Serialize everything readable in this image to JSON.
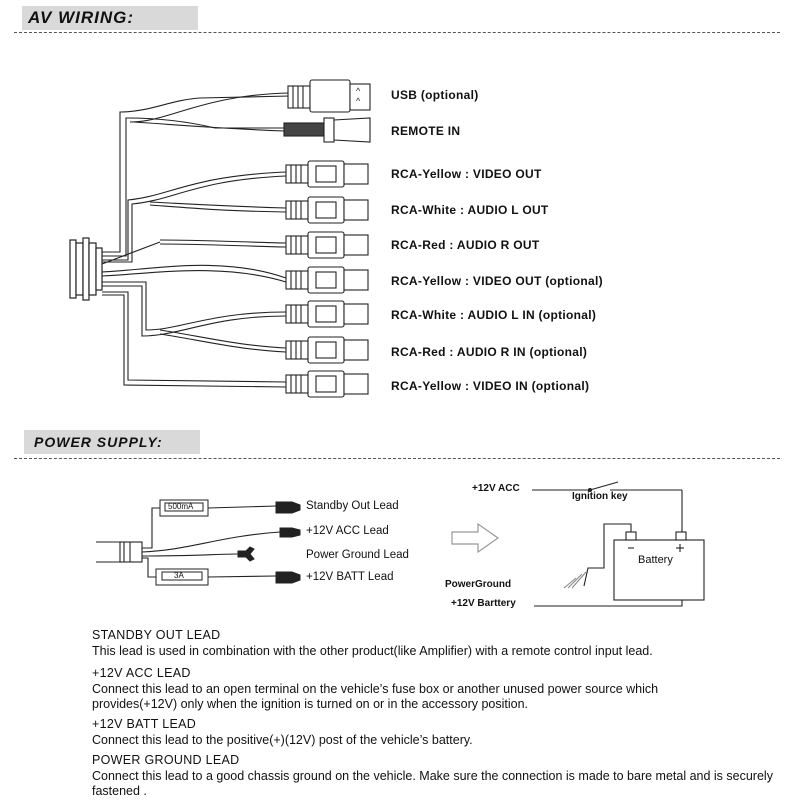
{
  "av_section": {
    "title": "AV WIRING:",
    "connectors": [
      {
        "label": "USB (optional)"
      },
      {
        "label": "REMOTE IN"
      },
      {
        "label": "RCA-Yellow : VIDEO OUT"
      },
      {
        "label": "RCA-White : AUDIO L OUT"
      },
      {
        "label": "RCA-Red : AUDIO R OUT"
      },
      {
        "label": "RCA-Yellow : VIDEO OUT (optional)"
      },
      {
        "label": "RCA-White : AUDIO L IN (optional)"
      },
      {
        "label": "RCA-Red : AUDIO R IN (optional)"
      },
      {
        "label": "RCA-Yellow : VIDEO IN  (optional)"
      }
    ]
  },
  "power_section": {
    "title": "POWER SUPPLY:",
    "fuse_500": "500mA",
    "fuse_3a": "3A",
    "leads": [
      "Standby Out Lead",
      "+12V ACC Lead",
      "Power Ground Lead",
      "+12V BATT Lead"
    ],
    "schematic": {
      "acc": "+12V ACC",
      "ignition": "Ignition key",
      "battery": "Battery",
      "ground": "PowerGround",
      "batt": "+12V Barttery"
    }
  },
  "descriptions": [
    {
      "title": "STANDBY OUT LEAD",
      "text": "This lead is used in combination with the other product(like Amplifier)  with a remote control input lead."
    },
    {
      "title": "+12V ACC LEAD",
      "text": "Connect this lead to an open terminal on the vehicle’s fuse box or another unused power source which provides(+12V) only when the ignition is turned on or in the accessory position."
    },
    {
      "title": "+12V BATT LEAD",
      "text": "Connect this lead to the positive(+)(12V) post of the vehicle’s battery."
    },
    {
      "title": "POWER GROUND  LEAD",
      "text": "Connect this lead to a good chassis ground on the vehicle. Make sure the connection is made to bare metal and is securely fastened ."
    }
  ]
}
